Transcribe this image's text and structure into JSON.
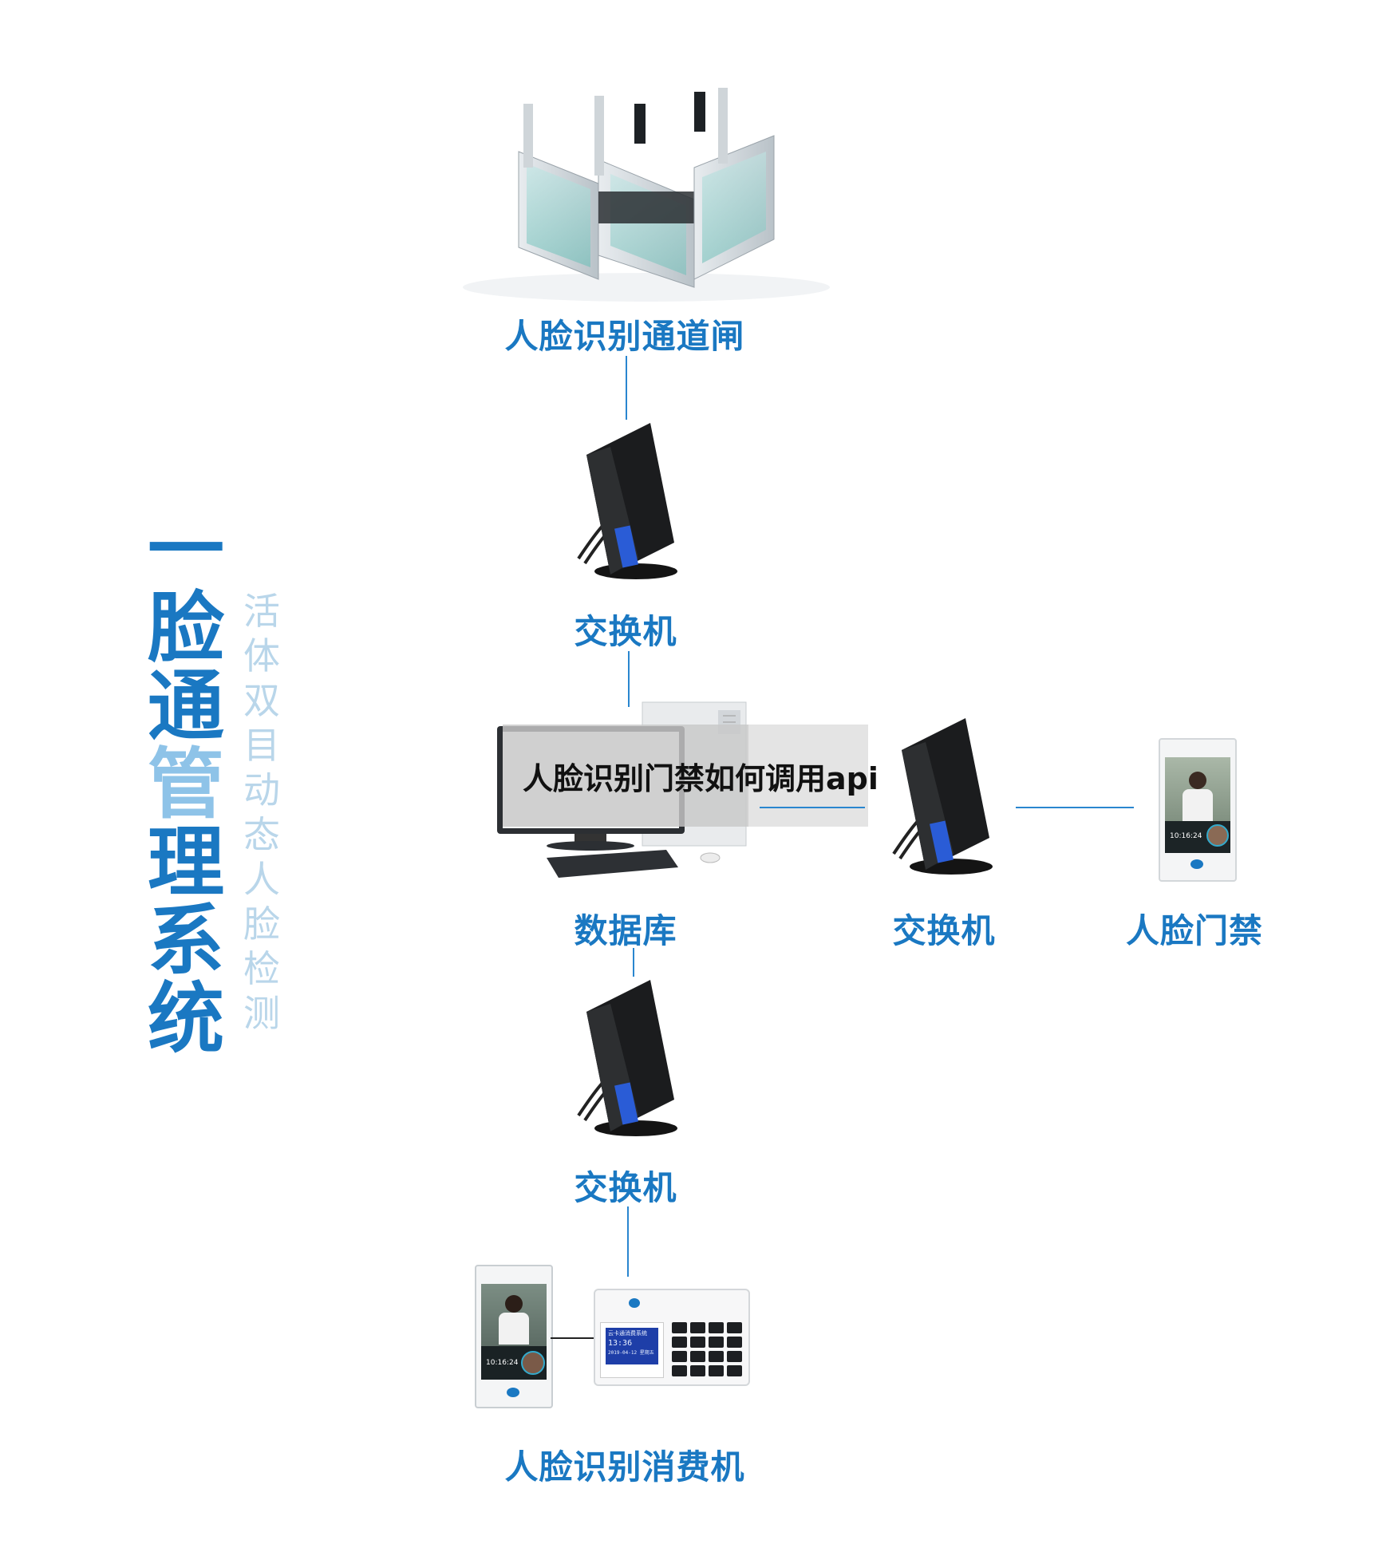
{
  "title": {
    "main_chars": [
      "一",
      "脸",
      "通",
      "管",
      "理",
      "系",
      "统"
    ],
    "sub_chars": [
      "活",
      "体",
      "双",
      "目",
      "动",
      "态",
      "人",
      "脸",
      "检",
      "测"
    ]
  },
  "nodes": {
    "gate": "人脸识别通道闸",
    "switch_top": "交换机",
    "database": "数据库",
    "switch_right": "交换机",
    "face_access": "人脸门禁",
    "switch_bottom": "交换机",
    "consumer": "人脸识别消费机"
  },
  "devices": {
    "door_terminal_time": "10:16:24",
    "pos_screen_line1": "云卡通消费系统",
    "pos_screen_line2": "13:36",
    "pos_screen_line3": "2019-04-12 星期五"
  },
  "overlay": {
    "watermark": "人脸识别门禁如何调用api"
  },
  "colors": {
    "accent": "#1a78c2",
    "accent_light": "#8ec3e8",
    "line": "#2a86cf"
  }
}
